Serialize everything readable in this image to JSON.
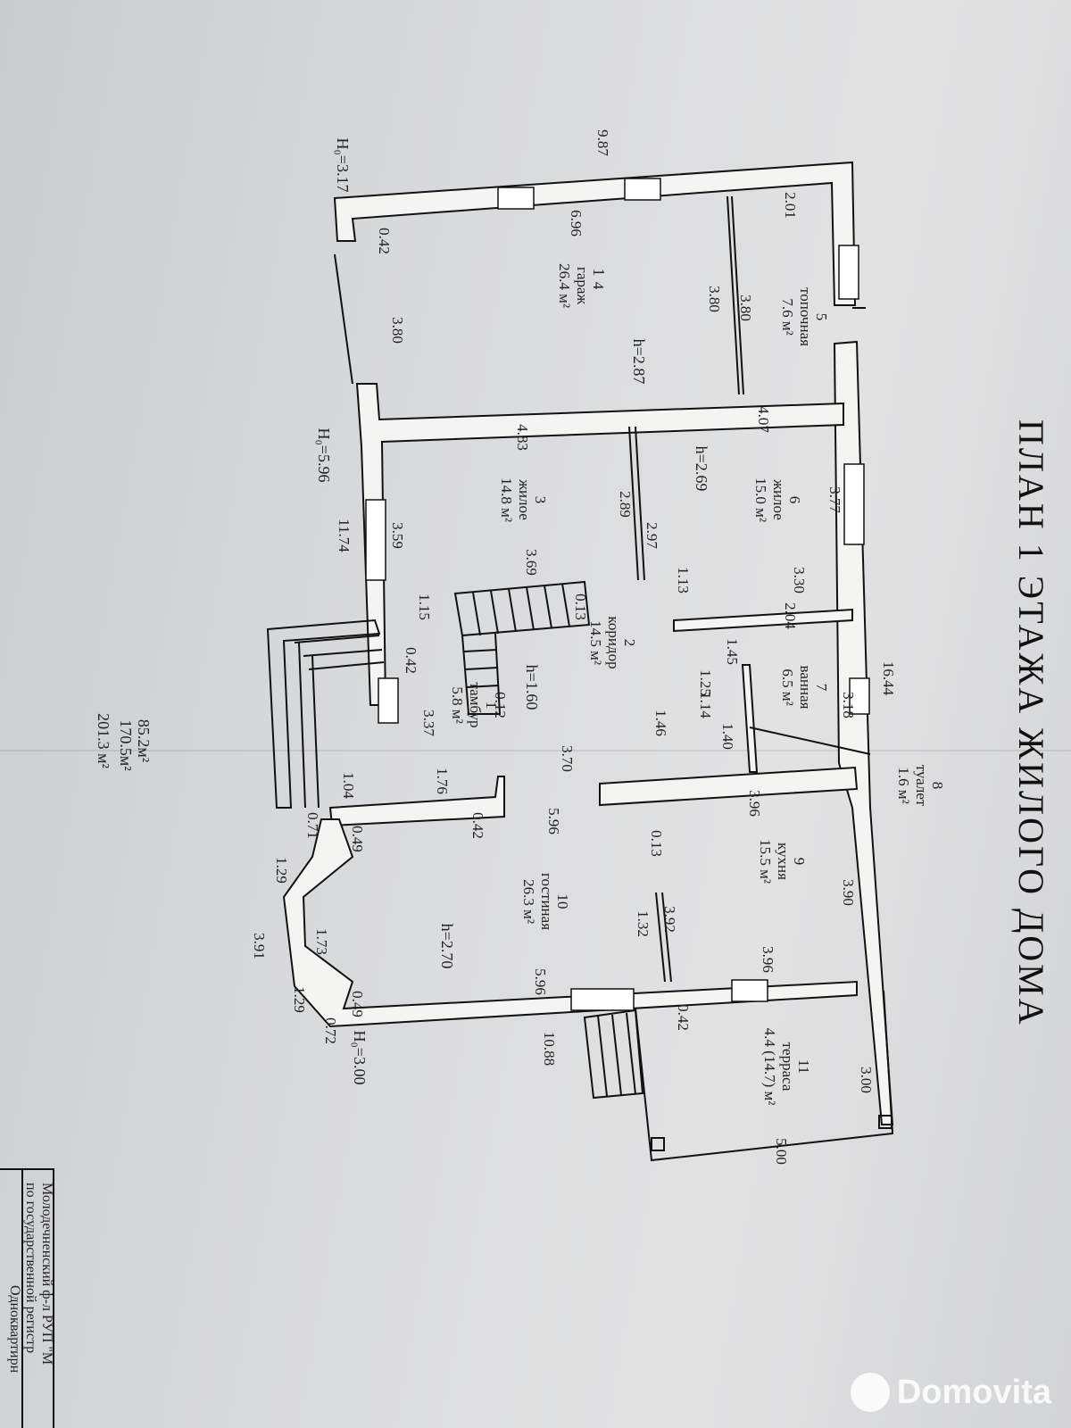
{
  "title": "ПЛАН 1 ЭТАЖА ЖИЛОГО ДОМА",
  "rooms": [
    {
      "num": "1",
      "name": "тамбур",
      "area": "5.8 м²"
    },
    {
      "num": "2",
      "name": "коридор",
      "area": "14.5 м²"
    },
    {
      "num": "3",
      "name": "жилое",
      "area": "14.8 м²"
    },
    {
      "num": "4",
      "name": "гараж",
      "area": "26.4 м²"
    },
    {
      "num": "5",
      "name": "топочная",
      "area": "7.6 м²"
    },
    {
      "num": "6",
      "name": "жилое",
      "area": "15.0 м²"
    },
    {
      "num": "7",
      "name": "ванная",
      "area": "6.5 м²"
    },
    {
      "num": "8",
      "name": "туалет",
      "area": "1.6 м²"
    },
    {
      "num": "9",
      "name": "кухня",
      "area": "15.5 м²"
    },
    {
      "num": "10",
      "name": "гостиная",
      "area": "26.3 м²"
    },
    {
      "num": "11",
      "name": "терраса",
      "area": "4.4 (14.7) м²"
    }
  ],
  "heights": [
    "h=2.87",
    "h=2.69",
    "h=1.60",
    "h=2.70"
  ],
  "levels": [
    "H₀=3.17",
    "H₀=5.96",
    "H₀=3.00"
  ],
  "dimensions": [
    "9.87",
    "6.96",
    "2.01",
    "0.42",
    "3.80",
    "3.80",
    "3.80",
    "4.07",
    "4.83",
    "2.89",
    "2.97",
    "3.77",
    "3.59",
    "11.74",
    "3.69",
    "1.13",
    "3.30",
    "1.15",
    "0.13",
    "2.04",
    "1.45",
    "0.42",
    "1.25",
    "1.14",
    "0.12",
    "3.18",
    "16.44",
    "3.37",
    "1.46",
    "1.40",
    "3.70",
    "1.04",
    "1.76",
    "3.96",
    "5.96",
    "0.42",
    "0.71",
    "0.49",
    "0.13",
    "1.29",
    "3.90",
    "3.92",
    "1.32",
    "1.73",
    "3.91",
    "3.96",
    "5.96",
    "1.29",
    "0.49",
    "0.72",
    "0.42",
    "10.88",
    "3.00",
    "5.00"
  ],
  "totals": [
    "85.2м²",
    "170.5м²",
    "201.3 м²"
  ],
  "stamp_lines": [
    "Молодечненский ф-л РУП \"М",
    "по государственной регистр",
    "Одноквартирн"
  ],
  "watermark": "Domovita"
}
